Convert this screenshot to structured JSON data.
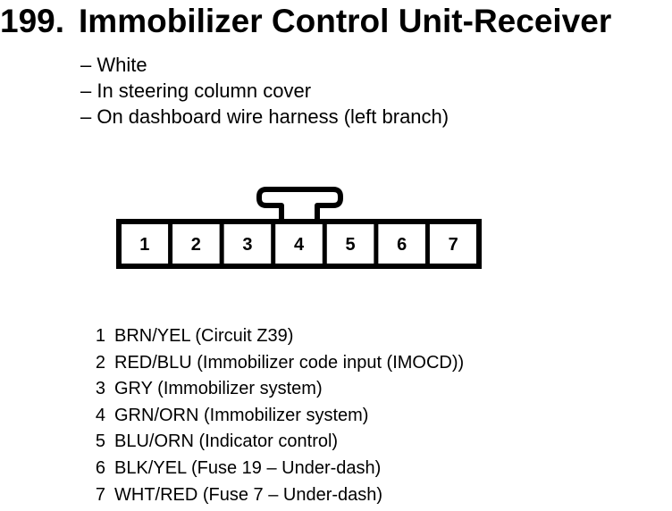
{
  "title": {
    "number": "199.",
    "text": "Immobilizer Control Unit-Receiver"
  },
  "specs": [
    "– White",
    "– In steering column cover",
    "– On dashboard wire harness (left branch)"
  ],
  "connector": {
    "terminals": [
      "1",
      "2",
      "3",
      "4",
      "5",
      "6",
      "7"
    ]
  },
  "pins": [
    {
      "num": "1",
      "desc": "BRN/YEL (Circuit Z39)"
    },
    {
      "num": "2",
      "desc": "RED/BLU (Immobilizer code input (IMOCD))"
    },
    {
      "num": "3",
      "desc": "GRY (Immobilizer system)"
    },
    {
      "num": "4",
      "desc": "GRN/ORN (Immobilizer system)"
    },
    {
      "num": "5",
      "desc": "BLU/ORN (Indicator control)"
    },
    {
      "num": "6",
      "desc": "BLK/YEL (Fuse 19 – Under-dash)"
    },
    {
      "num": "7",
      "desc": "WHT/RED (Fuse 7 – Under-dash)"
    }
  ]
}
